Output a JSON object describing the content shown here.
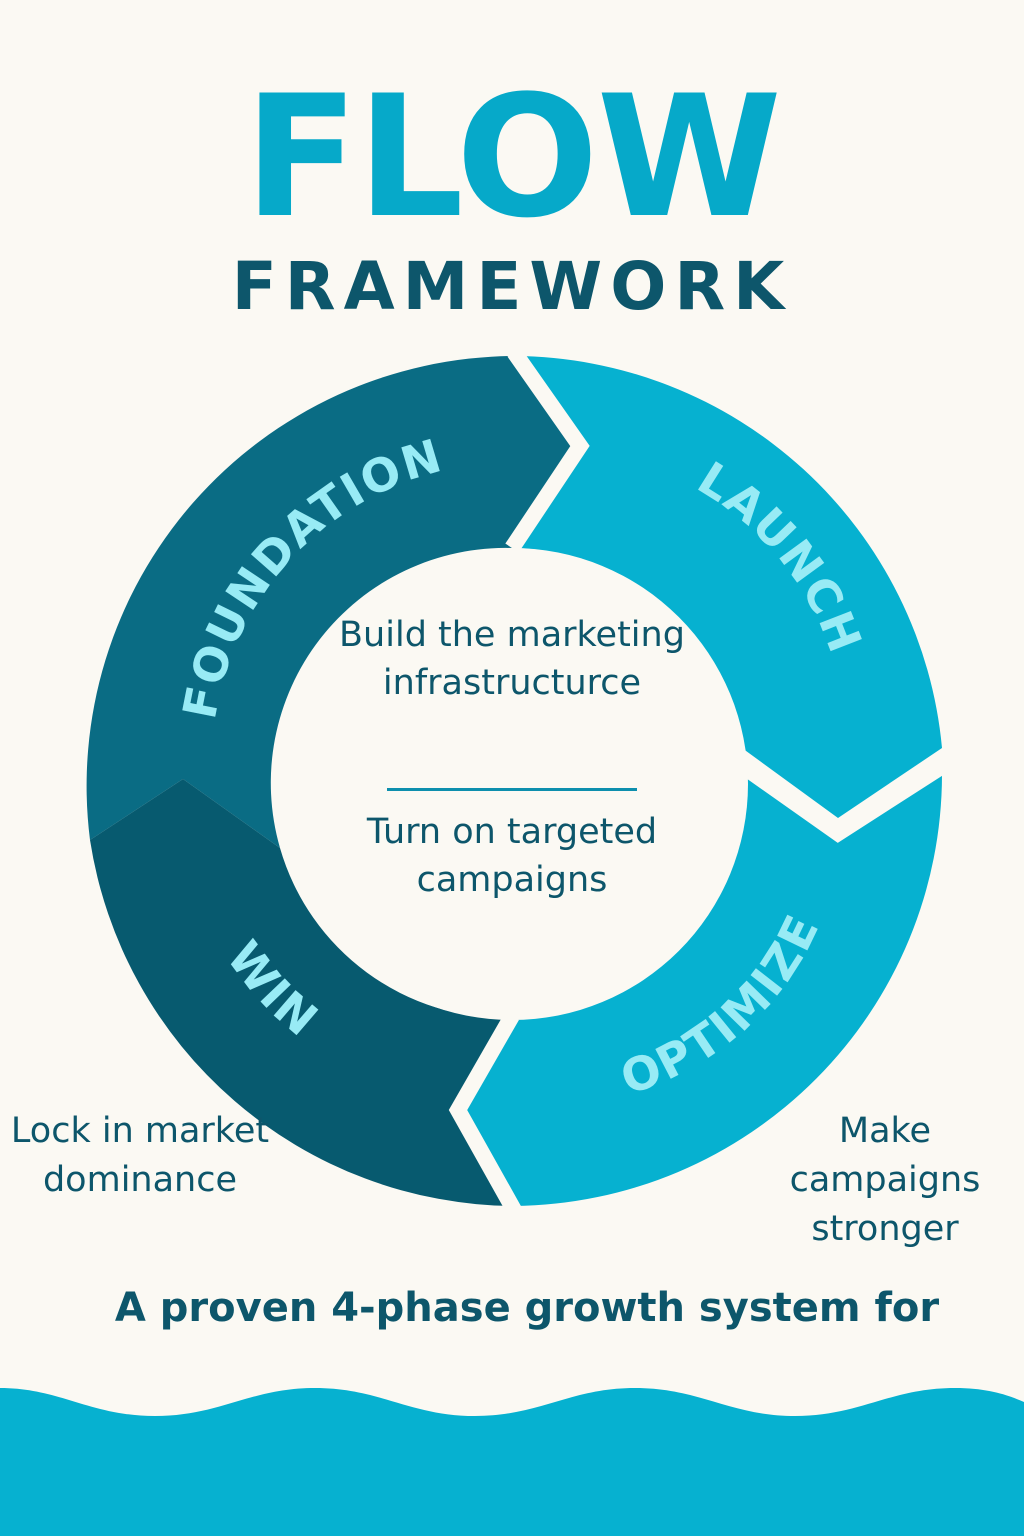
{
  "header": {
    "title": "FLOW",
    "subtitle": "FRAMEWORK"
  },
  "phases": [
    {
      "label": "FOUNDATION",
      "color": "#0a6c84"
    },
    {
      "label": "LAUNCH",
      "color": "#06b1d0"
    },
    {
      "label": "OPTIMIZE",
      "color": "#06b1d0"
    },
    {
      "label": "WIN",
      "color": "#075a6f"
    }
  ],
  "center": {
    "top_text": "Build the marketing infrastructurce",
    "bottom_text": "Turn on targeted campaigns"
  },
  "notes": {
    "left": "Lock in market dominance",
    "right": "Make campaigns stronger"
  },
  "tagline": "A proven 4-phase growth system for",
  "colors": {
    "background": "#fbf9f3",
    "title": "#06a9c9",
    "dark_text": "#0d566b",
    "label": "#98ebf5",
    "wave": "#06b1d0"
  }
}
